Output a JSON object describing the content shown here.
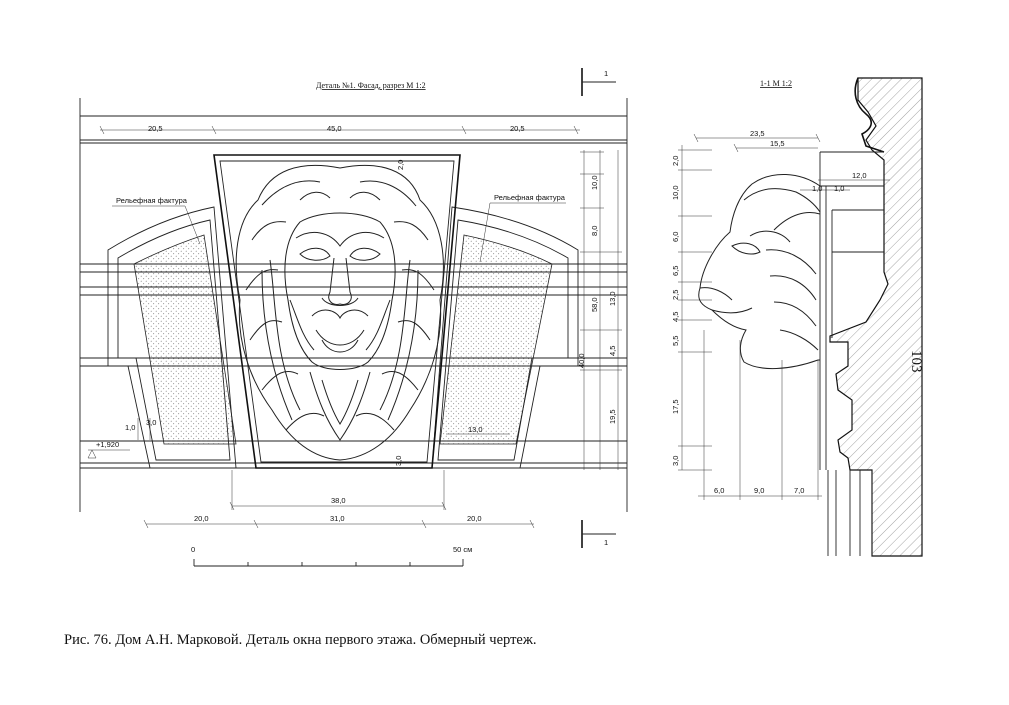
{
  "titles": {
    "facade": "Деталь №1. Фасад, разрез  М 1:2",
    "section": "1-1   М 1:2"
  },
  "cut_marks": {
    "top": "1",
    "bottom": "1"
  },
  "labels": {
    "relief_left": "Рельефная фактура",
    "relief_right": "Рельефная фактура",
    "elevation": "+1,920"
  },
  "dims_facade": {
    "top_left": "20,5",
    "top_mid": "45,0",
    "top_right": "20,5",
    "v_2": "2,0",
    "v_10": "10,0",
    "v_8": "8,0",
    "v_58": "58,0",
    "v_13": "13,0",
    "v_40": "40,0",
    "v_45": "4,5",
    "v_195": "19,5",
    "v_3": "3,0",
    "small_1": "1,0",
    "small_3": "3,0",
    "inner_13": "13,0",
    "bottom_38": "38,0",
    "bottom_left": "20,0",
    "bottom_mid": "31,0",
    "bottom_right": "20,0"
  },
  "dims_section": {
    "h_235": "23,5",
    "h_155": "15,5",
    "h_12": "12,0",
    "h_1a": "1,0",
    "h_1b": "1,0",
    "v_2": "2,0",
    "v_10": "10,0",
    "v_6": "6,0",
    "v_65": "6,5",
    "v_25": "2,5",
    "v_45": "4,5",
    "v_55": "5,5",
    "v_175": "17,5",
    "v_3": "3,0",
    "b_6": "6,0",
    "b_9": "9,0",
    "b_7": "7,0"
  },
  "scale": {
    "start": "0",
    "end": "50 см"
  },
  "caption": "Рис. 76. Дом А.Н. Марковой. Деталь окна первого этажа. Обмерный чертеж.",
  "page_number": "103"
}
